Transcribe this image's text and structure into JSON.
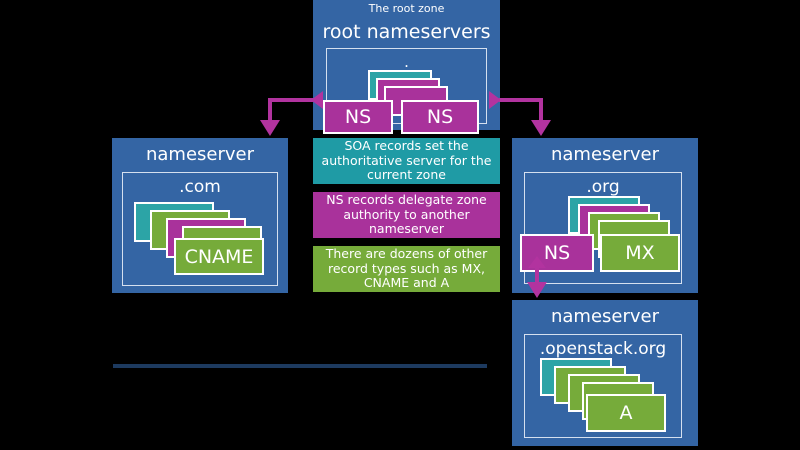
{
  "diagram": {
    "title_strip": {
      "label": "The root zone"
    },
    "zones": [
      {
        "id": "root",
        "name": "root nameservers",
        "zone_label": ".",
        "cards": [
          {
            "type": "SOA",
            "label": ""
          },
          {
            "type": "NS",
            "label": ""
          },
          {
            "type": "NS",
            "label": ""
          },
          {
            "type": "NS",
            "label": "NS"
          },
          {
            "type": "NS",
            "label": "NS"
          }
        ]
      },
      {
        "id": "com",
        "name": "nameserver",
        "zone_label": ".com",
        "cards": [
          {
            "type": "SOA",
            "label": ""
          },
          {
            "type": "A",
            "label": ""
          },
          {
            "type": "NS",
            "label": ""
          },
          {
            "type": "A",
            "label": ""
          },
          {
            "type": "A",
            "label": "CNAME"
          }
        ]
      },
      {
        "id": "org",
        "name": "nameserver",
        "zone_label": ".org",
        "cards": [
          {
            "type": "SOA",
            "label": ""
          },
          {
            "type": "NS",
            "label": ""
          },
          {
            "type": "A",
            "label": ""
          },
          {
            "type": "A",
            "label": ""
          },
          {
            "type": "NS",
            "label": "NS"
          },
          {
            "type": "A",
            "label": "MX"
          }
        ]
      },
      {
        "id": "openstack",
        "name": "nameserver",
        "zone_label": ".openstack.org",
        "cards": [
          {
            "type": "SOA",
            "label": ""
          },
          {
            "type": "A",
            "label": ""
          },
          {
            "type": "A",
            "label": ""
          },
          {
            "type": "A",
            "label": ""
          },
          {
            "type": "A",
            "label": "A"
          }
        ]
      }
    ],
    "legend": [
      {
        "type": "SOA",
        "text": "SOA records set the authoritative server for the current zone"
      },
      {
        "type": "NS",
        "text": "NS records delegate zone authority to another nameserver"
      },
      {
        "type": "A",
        "text": "There are dozens of other record types such as MX, CNAME and A"
      }
    ],
    "colors": {
      "background": "#000000",
      "zone_blue": "#3465a4",
      "soa_teal": "#2ca4a6",
      "ns_magenta": "#a9329b",
      "other_green": "#76ab3a",
      "connector": "#b2339f",
      "divider": "#1d3a5f",
      "text": "#ffffff"
    }
  }
}
